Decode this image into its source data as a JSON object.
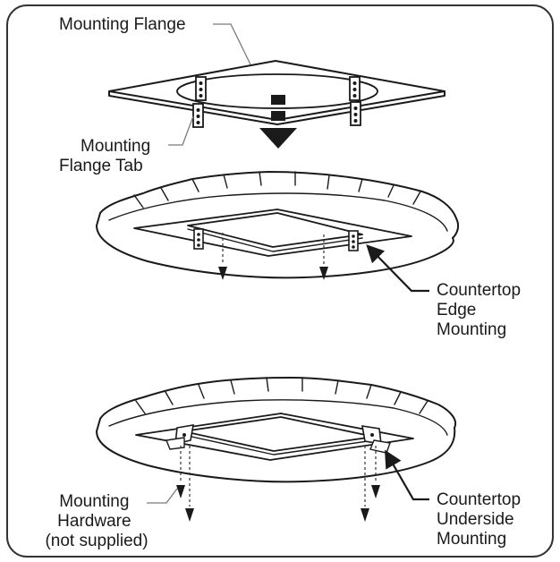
{
  "labels": {
    "mounting_flange": "Mounting Flange",
    "mounting_flange_tab": [
      "Mounting",
      "Flange Tab"
    ],
    "countertop_edge": [
      "Countertop",
      "Edge",
      "Mounting"
    ],
    "countertop_underside": [
      "Countertop",
      "Underside",
      "Mounting"
    ],
    "mounting_hardware": [
      "Mounting",
      "Hardware",
      "(not supplied)"
    ]
  },
  "colors": {
    "ink": "#1a1a1a",
    "leader": "#7a7a7a",
    "frame": "#333333",
    "background": "#ffffff"
  }
}
